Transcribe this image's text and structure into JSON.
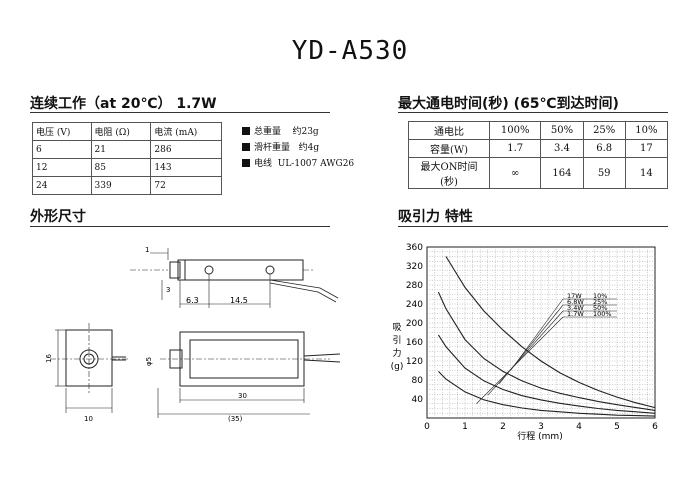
{
  "title": "YD-A530",
  "left_section": {
    "title": "连续工作（at 20℃） 1.7W",
    "table": {
      "headers": [
        "电压 (V)",
        "电阻 (Ω)",
        "电流 (mA)"
      ],
      "rows": [
        [
          "6",
          "21",
          "286"
        ],
        [
          "12",
          "85",
          "143"
        ],
        [
          "24",
          "339",
          "72"
        ]
      ]
    },
    "specs": [
      {
        "label": "总重量",
        "value": "约23g"
      },
      {
        "label": "滑杆重量",
        "value": "约4g"
      },
      {
        "label": "电线",
        "value": "UL-1007 AWG26"
      }
    ]
  },
  "right_section": {
    "title": "最大通电时间(秒) (65℃到达时间)",
    "table": {
      "rows": [
        [
          "通电比",
          "100%",
          "50%",
          "25%",
          "10%"
        ],
        [
          "容量(W)",
          "1.7",
          "3.4",
          "6.8",
          "17"
        ],
        [
          "最大ON时间(秒)",
          "∞",
          "164",
          "59",
          "14"
        ]
      ]
    }
  },
  "dimensions": {
    "title": "外形尺寸",
    "labels": {
      "d1": "1",
      "d3": "3",
      "d63": "6.3",
      "d145": "14.5",
      "d16": "16",
      "d10": "10",
      "phi5": "φ5",
      "d30": "30",
      "d35": "(35)"
    }
  },
  "chart_section": {
    "title": "吸引力 特性"
  },
  "chart_data": {
    "type": "line",
    "x_ticks": [
      "0",
      "1",
      "2",
      "3",
      "4",
      "5",
      "6"
    ],
    "y_ticks": [
      "40",
      "80",
      "120",
      "160",
      "200",
      "240",
      "280",
      "320",
      "360"
    ],
    "xlabel": "行程 (mm)",
    "ylabel": "吸引力(g)",
    "ylabel_chars": [
      "吸",
      "引",
      "力",
      "(g)"
    ],
    "xlim": [
      0,
      6
    ],
    "ylim": [
      0,
      360
    ],
    "grid": true,
    "legend_position": "upper-right",
    "series": [
      {
        "name": "17W",
        "pct": "10%",
        "x": [
          0.5,
          1,
          1.5,
          2,
          2.5,
          3,
          3.5,
          4,
          4.5,
          5,
          5.5,
          6
        ],
        "y": [
          340,
          275,
          225,
          185,
          150,
          120,
          95,
          75,
          58,
          44,
          32,
          22
        ]
      },
      {
        "name": "6.8W",
        "pct": "25%",
        "x": [
          0.3,
          0.5,
          1,
          1.5,
          2,
          2.5,
          3,
          3.5,
          4,
          4.5,
          5,
          5.5,
          6
        ],
        "y": [
          265,
          230,
          165,
          125,
          98,
          78,
          63,
          52,
          43,
          35,
          28,
          22,
          16
        ]
      },
      {
        "name": "3.4W",
        "pct": "50%",
        "x": [
          0.3,
          0.5,
          1,
          1.5,
          2,
          2.5,
          3,
          3.5,
          4,
          4.5,
          5,
          5.5,
          6
        ],
        "y": [
          175,
          150,
          105,
          78,
          60,
          47,
          38,
          31,
          25,
          20,
          16,
          13,
          10
        ]
      },
      {
        "name": "1.7W",
        "pct": "100%",
        "x": [
          0.3,
          0.5,
          1,
          1.5,
          2,
          2.5,
          3,
          3.5,
          4,
          4.5,
          5,
          5.5,
          6
        ],
        "y": [
          98,
          82,
          55,
          38,
          28,
          21,
          16,
          13,
          10,
          8,
          6,
          5,
          4
        ]
      }
    ]
  }
}
